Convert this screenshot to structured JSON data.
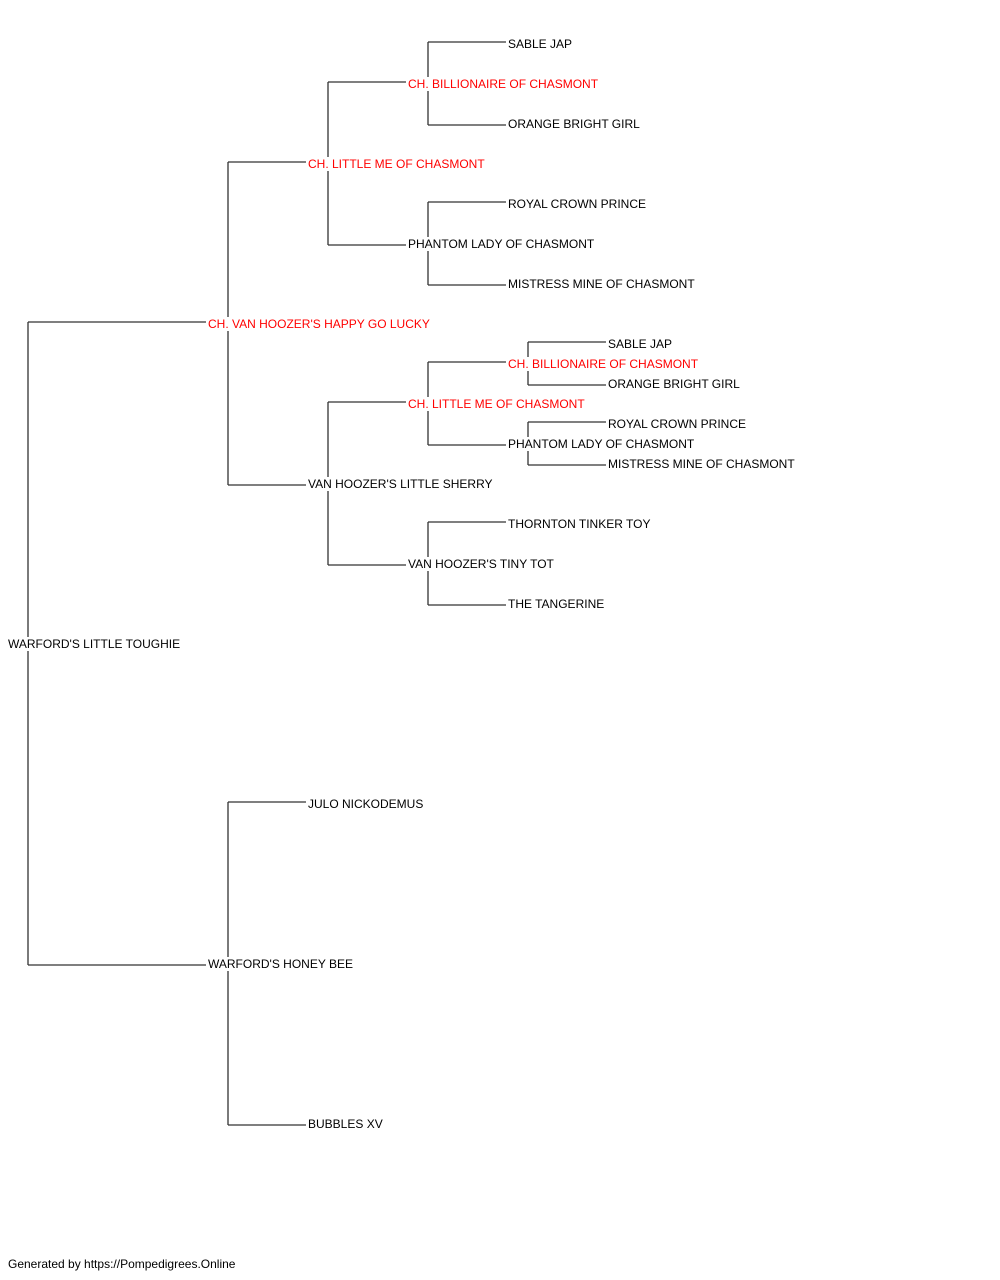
{
  "colors": {
    "champion": "#ff0000",
    "normal": "#000000",
    "line": "#333333"
  },
  "pedigree": {
    "subject": {
      "name": "WARFORD'S LITTLE TOUGHIE",
      "champion": false
    },
    "sire": {
      "name": "CH. VAN HOOZER'S HAPPY GO LUCKY",
      "champion": true
    },
    "dam": {
      "name": "WARFORD'S HONEY BEE",
      "champion": false
    },
    "sire_sire": {
      "name": "CH. LITTLE ME OF CHASMONT",
      "champion": true
    },
    "sire_dam": {
      "name": "VAN HOOZER'S LITTLE SHERRY",
      "champion": false
    },
    "dam_sire": {
      "name": "JULO NICKODEMUS",
      "champion": false
    },
    "dam_dam": {
      "name": "BUBBLES XV",
      "champion": false
    },
    "ss_sire": {
      "name": "CH. BILLIONAIRE OF CHASMONT",
      "champion": true
    },
    "ss_dam": {
      "name": "PHANTOM LADY OF CHASMONT",
      "champion": false
    },
    "sd_sire": {
      "name": "CH. LITTLE ME OF CHASMONT",
      "champion": true
    },
    "sd_dam": {
      "name": "VAN HOOZER'S TINY TOT",
      "champion": false
    },
    "sss_sire": {
      "name": "SABLE JAP",
      "champion": false
    },
    "sss_dam": {
      "name": "ORANGE BRIGHT GIRL",
      "champion": false
    },
    "ssd_sire": {
      "name": "ROYAL CROWN PRINCE",
      "champion": false
    },
    "ssd_dam": {
      "name": "MISTRESS MINE OF CHASMONT",
      "champion": false
    },
    "sds_sire": {
      "name": "CH. BILLIONAIRE OF CHASMONT",
      "champion": true
    },
    "sds_dam": {
      "name": "PHANTOM LADY OF CHASMONT",
      "champion": false
    },
    "sdd_sire": {
      "name": "THORNTON TINKER TOY",
      "champion": false
    },
    "sdd_dam": {
      "name": "THE TANGERINE",
      "champion": false
    },
    "sdss_sire": {
      "name": "SABLE JAP",
      "champion": false
    },
    "sdss_dam": {
      "name": "ORANGE BRIGHT GIRL",
      "champion": false
    },
    "sdsd_sire": {
      "name": "ROYAL CROWN PRINCE",
      "champion": false
    },
    "sdsd_dam": {
      "name": "MISTRESS MINE OF CHASMONT",
      "champion": false
    }
  },
  "footer": {
    "text": "Generated by https://Pompedigrees.Online"
  }
}
